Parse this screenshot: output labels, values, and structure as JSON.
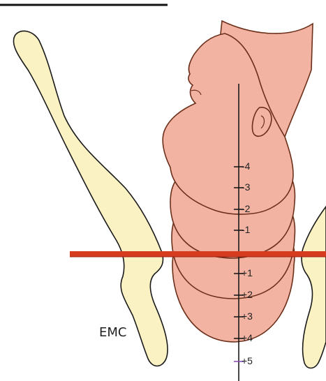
{
  "credit": "EMC",
  "station_labels": [
    "-4",
    "-3",
    "-2",
    "-1",
    "+1",
    "+2",
    "+3",
    "+4",
    "+5"
  ],
  "colors": {
    "pelvis": "#fbf2c4",
    "skin": "#f2b3a3",
    "outline": "#6b2f1a",
    "reference_line": "#d63a1f",
    "reference_line_dark": "#9e2412",
    "axis": "#1a1a1a",
    "marker_bottom": "#8a4fb5"
  }
}
